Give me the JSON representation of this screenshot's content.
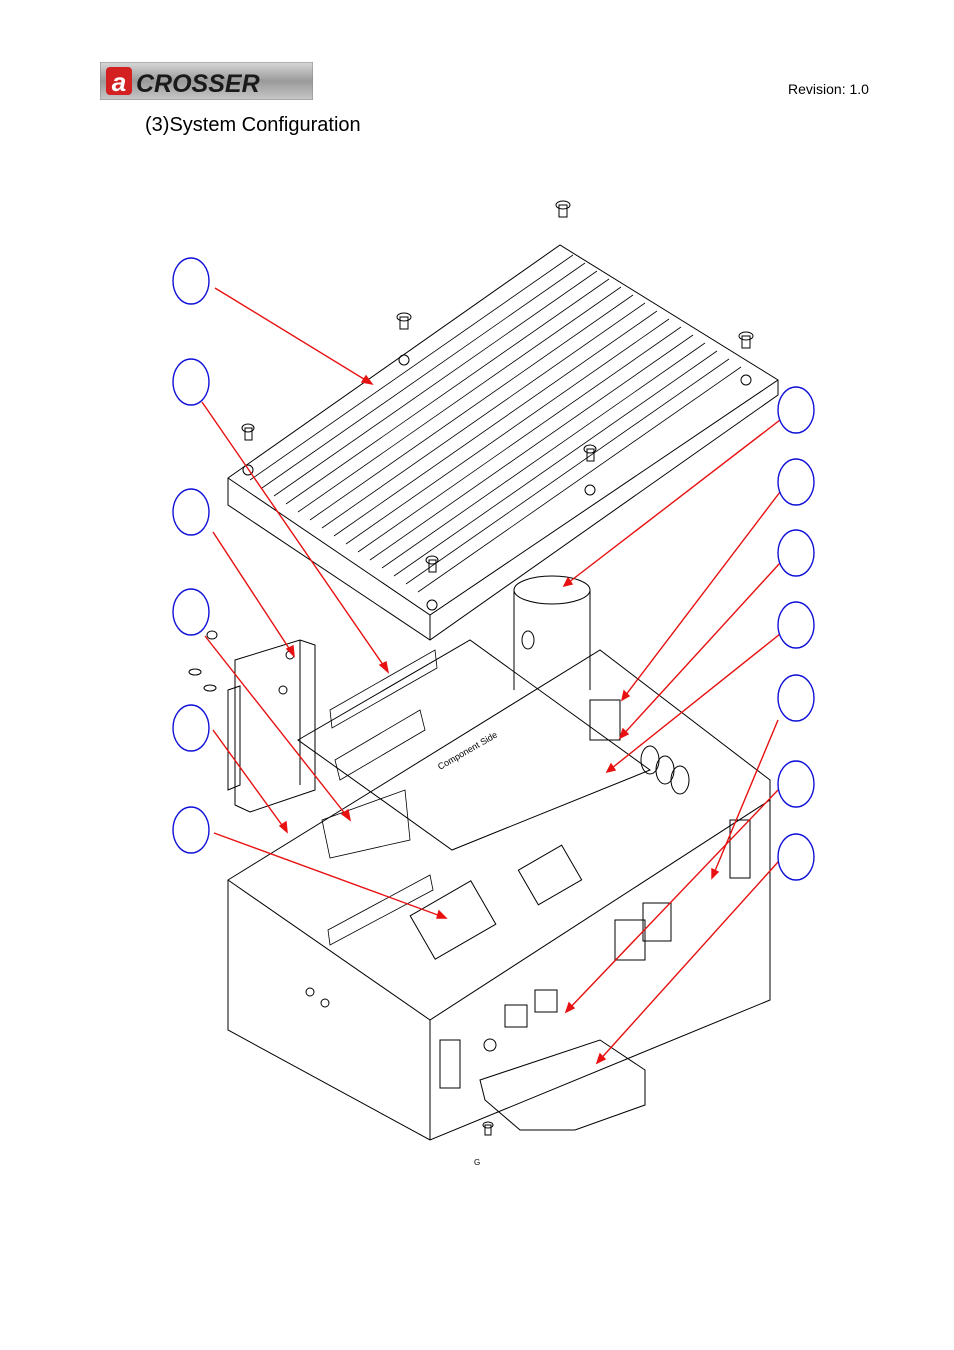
{
  "header": {
    "logo_text": "acROSSER",
    "revision": "Revision: 1.0"
  },
  "section": {
    "title": "(3)System Configuration"
  },
  "figure": {
    "note": "G",
    "callout_count": 13,
    "callout_color": "#1010d8",
    "leader_color": "#e81010"
  }
}
